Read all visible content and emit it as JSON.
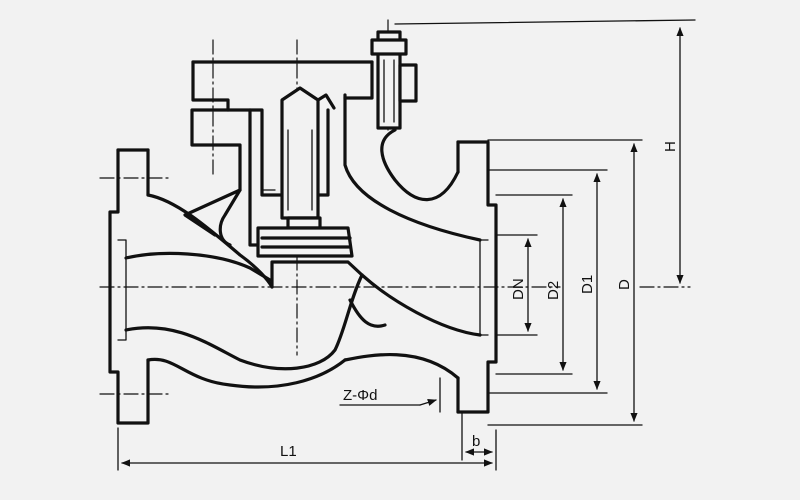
{
  "labels": {
    "L1": "L1",
    "b": "b",
    "DN": "DN",
    "D2": "D2",
    "D1": "D1",
    "D": "D",
    "H": "H",
    "Z_phi_d": "Z-Φd"
  },
  "colors": {
    "background": "#f2f2f2",
    "ink": "#111111"
  }
}
